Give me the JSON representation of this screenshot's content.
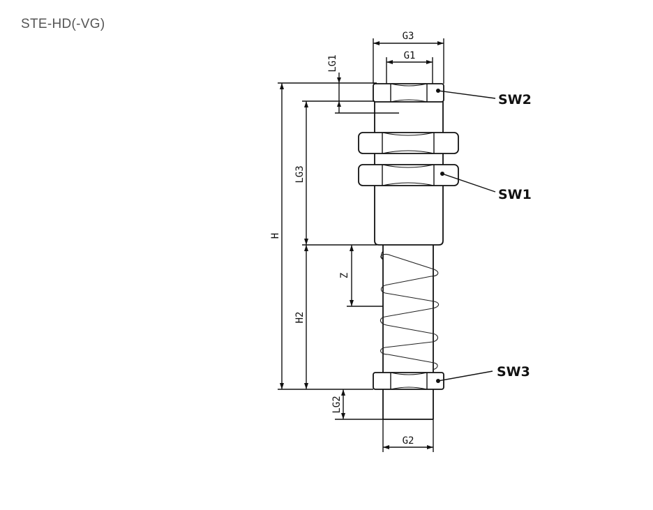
{
  "title": "STE-HD(-VG)",
  "dimensions": {
    "g3": "G3",
    "g1": "G1",
    "lg1": "LG1",
    "lg3": "LG3",
    "h": "H",
    "h2": "H2",
    "z": "Z",
    "lg2": "LG2",
    "g2": "G2"
  },
  "callouts": {
    "sw1": "SW1",
    "sw2": "SW2",
    "sw3": "SW3"
  }
}
